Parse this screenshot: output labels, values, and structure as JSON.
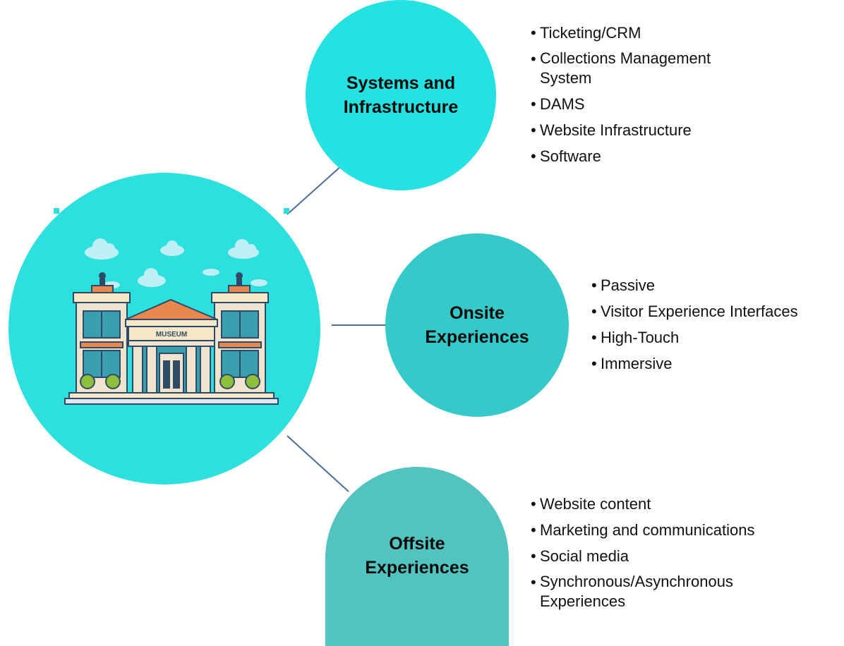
{
  "colors": {
    "systems_circle": "#25E1E1",
    "onsite_circle": "#36C9C9",
    "offsite_circle": "#52C3BE",
    "hub_circle": "#2EE0DD",
    "connector": "#4A6E96"
  },
  "hub": {
    "icon": "museum-building-icon",
    "sign_text": "MUSEUM"
  },
  "nodes": [
    {
      "label": "Systems and\nInfrastructure",
      "items": [
        "Ticketing/CRM",
        "Collections Management System",
        "DAMS",
        "Website Infrastructure",
        "Software"
      ]
    },
    {
      "label": "Onsite\nExperiences",
      "items": [
        "Passive",
        "Visitor Experience Interfaces",
        "High-Touch",
        "Immersive"
      ]
    },
    {
      "label": "Offsite\nExperiences",
      "items": [
        "Website content",
        "Marketing and communications",
        "Social media",
        "Synchronous/Asynchronous Experiences"
      ]
    }
  ]
}
